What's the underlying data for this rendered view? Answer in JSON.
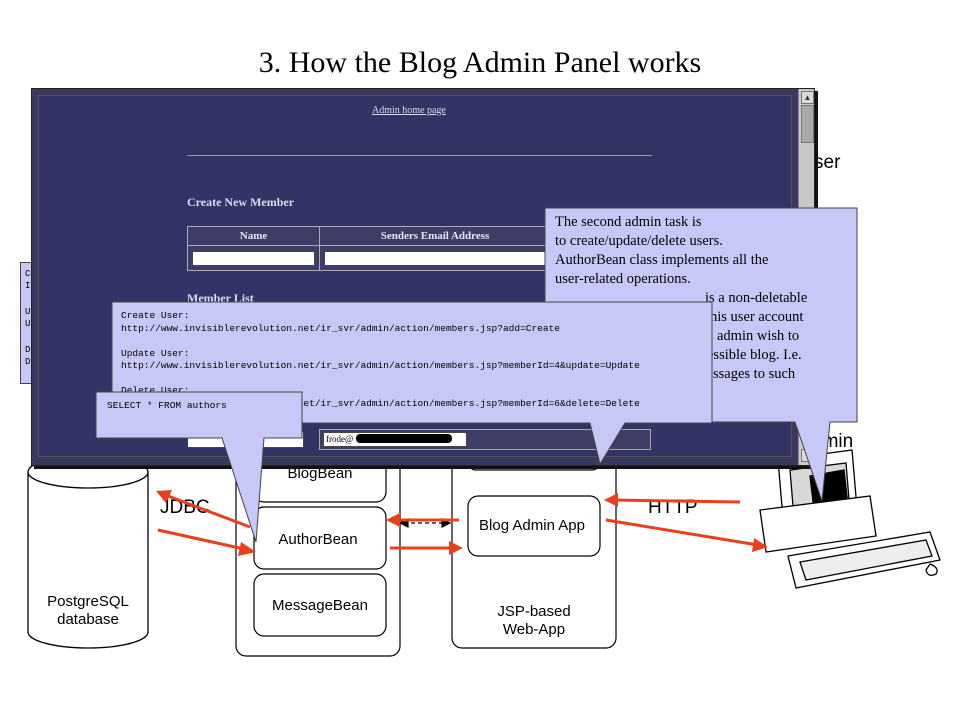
{
  "slide": {
    "title": "3. How the Blog Admin Panel works"
  },
  "diagram": {
    "database": {
      "line1": "PostgreSQL",
      "line2": "database"
    },
    "jdbc_label": "JDBC",
    "http_label": "HTTP",
    "beans": {
      "blog": "BlogBean",
      "author": "AuthorBean",
      "message": "MessageBean"
    },
    "webapp": {
      "box_label": "Blog Admin App",
      "line1": "JSP-based",
      "line2": "Web-App"
    },
    "user_label_partial": "ser",
    "admin_label_partial": "dmin"
  },
  "admin_panel": {
    "home_link": "Admin home page",
    "create_heading": "Create New Member",
    "create_columns": [
      "Name",
      "Senders Email Address"
    ],
    "member_list_heading": "Member List",
    "member_email_partial": "frode@"
  },
  "callouts": {
    "urls": {
      "lines": [
        "Create User:",
        "http://www.invisiblerevolution.net/ir_svr/admin/action/members.jsp?add=Create",
        "",
        "Update User:",
        "http://www.invisiblerevolution.net/ir_svr/admin/action/members.jsp?memberId=4&update=Update",
        "",
        "Delete User:",
        "http://www.invisiblerevolution.net/ir_svr/admin/action/members.jsp?memberId=6&delete=Delete"
      ]
    },
    "sql": {
      "text": "SELECT * FROM authors"
    },
    "left_partial": {
      "lines": [
        "C",
        "I",
        "",
        "U",
        "U",
        "",
        "D",
        "D"
      ]
    },
    "description": {
      "lines": [
        "The second admin task is",
        "to create/update/delete users.",
        "AuthorBean class implements all the",
        "user-related operations.",
        "is a non-deletable",
        "his user account",
        "admin wish to",
        "essible blog. I.e.",
        "ssages to such"
      ]
    }
  },
  "colors": {
    "arrow": "#e8401a",
    "callout_fill": "#c8c8f8",
    "panel_bg": "#333366"
  }
}
